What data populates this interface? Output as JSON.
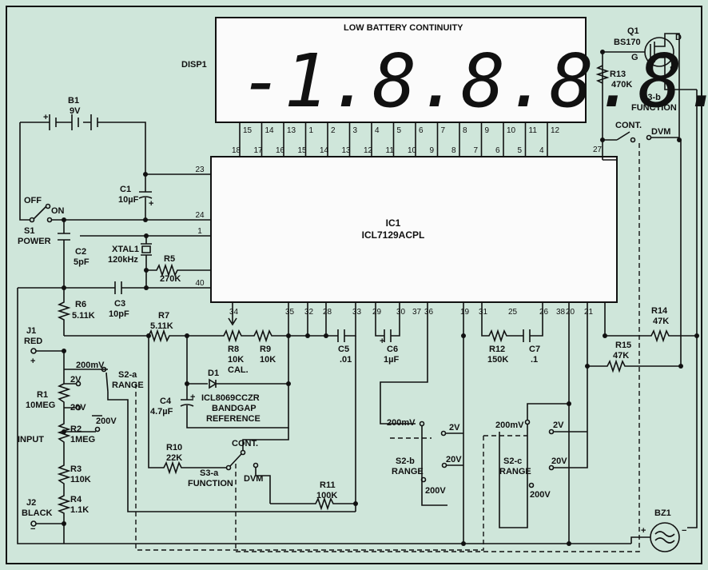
{
  "display": {
    "label": "DISP1",
    "annunciators": "LOW BATTERY CONTINUITY",
    "digits": "-1.8.8.8.8.",
    "top_pins": [
      "15",
      "14",
      "13",
      "1",
      "2",
      "3",
      "4",
      "5",
      "6",
      "7",
      "8",
      "9",
      "10",
      "11",
      "12"
    ],
    "bottom_pins": [
      "18",
      "17",
      "16",
      "15",
      "14",
      "13",
      "12",
      "11",
      "10",
      "9",
      "8",
      "7",
      "6",
      "5",
      "4"
    ]
  },
  "ic1": {
    "ref": "IC1",
    "part": "ICL7129ACPL",
    "left_pins": [
      "23",
      "24",
      "1",
      "40"
    ],
    "right_pin": "27",
    "bottom_pins": [
      "34",
      "35",
      "32",
      "28",
      "33",
      "29",
      "30",
      "37",
      "36",
      "19",
      "31",
      "25",
      "26",
      "38",
      "20",
      "21"
    ]
  },
  "battery": {
    "ref": "B1",
    "value": "9V"
  },
  "s1": {
    "ref": "S1",
    "name": "POWER",
    "off": "OFF",
    "on": "ON"
  },
  "c1": {
    "ref": "C1",
    "value": "10µF"
  },
  "c2": {
    "ref": "C2",
    "value": "5pF"
  },
  "xtal": {
    "ref": "XTAL1",
    "value": "120kHz"
  },
  "r5": {
    "ref": "R5",
    "value": "270K"
  },
  "c3": {
    "ref": "C3",
    "value": "10pF"
  },
  "r6": {
    "ref": "R6",
    "value": "5.11K"
  },
  "r7": {
    "ref": "R7",
    "value": "5.11K"
  },
  "r8": {
    "ref": "R8",
    "value": "10K",
    "note": "CAL."
  },
  "r9": {
    "ref": "R9",
    "value": "10K"
  },
  "c5": {
    "ref": "C5",
    "value": ".01"
  },
  "c6": {
    "ref": "C6",
    "value": "1µF"
  },
  "r12": {
    "ref": "R12",
    "value": "150K"
  },
  "c7": {
    "ref": "C7",
    "value": ".1"
  },
  "r14": {
    "ref": "R14",
    "value": "47K"
  },
  "r15": {
    "ref": "R15",
    "value": "47K"
  },
  "j1": {
    "ref": "J1",
    "color": "RED",
    "pol": "+"
  },
  "j2": {
    "ref": "J2",
    "color": "BLACK",
    "pol": "−"
  },
  "input_label": "INPUT",
  "r1": {
    "ref": "R1",
    "value": "10MEG"
  },
  "r2": {
    "ref": "R2",
    "value": "1MEG"
  },
  "r3": {
    "ref": "R3",
    "value": "110K"
  },
  "r4": {
    "ref": "R4",
    "value": "1.1K"
  },
  "s2a": {
    "ref": "S2-a",
    "name": "RANGE",
    "pos": [
      "200mV",
      "2V",
      "20V",
      "200V"
    ]
  },
  "d1": {
    "ref": "D1",
    "part": "ICL8069CCZR",
    "desc1": "BANDGAP",
    "desc2": "REFERENCE"
  },
  "c4": {
    "ref": "C4",
    "value": "4.7µF"
  },
  "r10": {
    "ref": "R10",
    "value": "22K"
  },
  "s3a": {
    "ref": "S3-a",
    "name": "FUNCTION",
    "cont": "CONT.",
    "dvm": "DVM"
  },
  "r11": {
    "ref": "R11",
    "value": "100K"
  },
  "s2b": {
    "ref": "S2-b",
    "name": "RANGE",
    "pos": [
      "200mV",
      "2V",
      "20V",
      "200V"
    ]
  },
  "s2c": {
    "ref": "S2-c",
    "name": "RANGE",
    "pos": [
      "200mV",
      "2V",
      "20V",
      "200V"
    ]
  },
  "q1": {
    "ref": "Q1",
    "part": "BS170",
    "g": "G",
    "d": "D",
    "s": "S"
  },
  "r13": {
    "ref": "R13",
    "value": "470K"
  },
  "s3b": {
    "ref": "S3-b",
    "name": "FUNCTION",
    "cont": "CONT.",
    "dvm": "DVM"
  },
  "bz1": {
    "ref": "BZ1",
    "plus": "+",
    "minus": "−"
  }
}
